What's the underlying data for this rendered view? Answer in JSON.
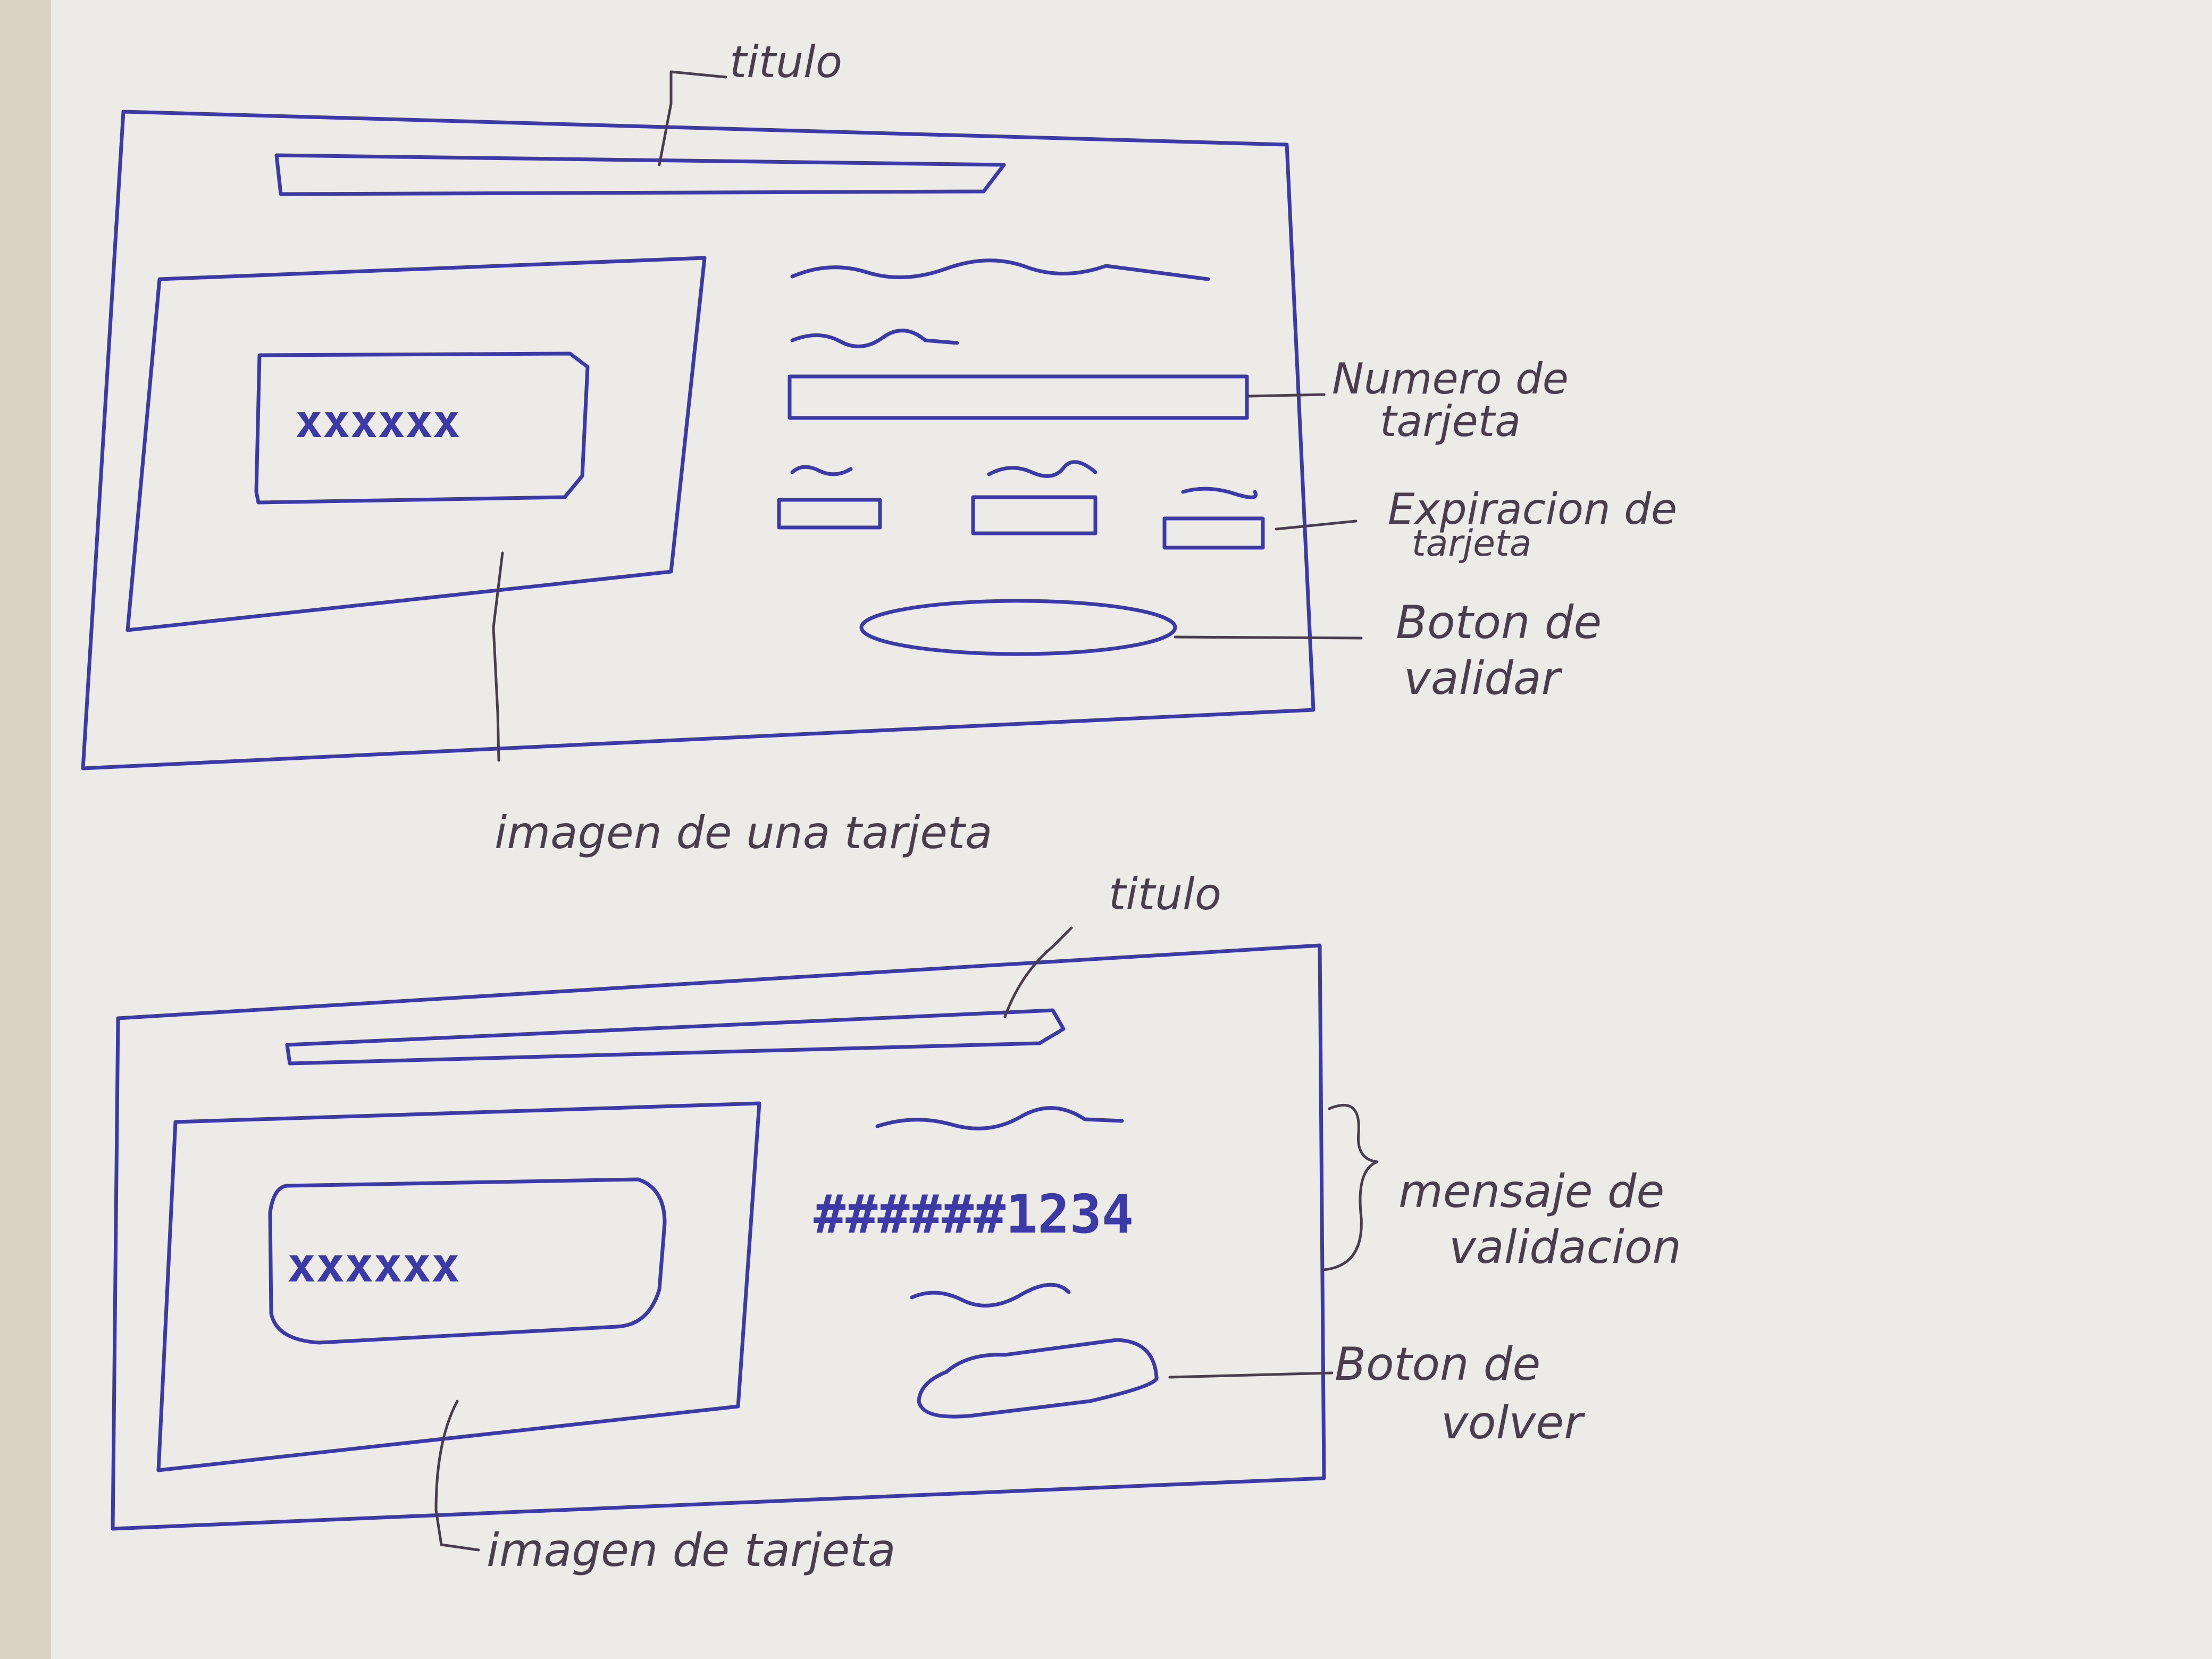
{
  "colors": {
    "paper": "#ecebe8",
    "ink_blue": "#3b3aa6",
    "ink_dark": "#4a3d4e",
    "background": "#d9d3c3"
  },
  "screen1": {
    "title_label": "titulo",
    "card_mask": "xxxxxx",
    "card_number_label": [
      "Numero de",
      "tarjeta"
    ],
    "expiration_label": [
      "Expiracion de",
      "tarjeta"
    ],
    "validate_button_label": [
      "Boton de",
      "validar"
    ],
    "card_image_label": "imagen de una tarjeta"
  },
  "screen2": {
    "title_label": "titulo",
    "card_mask": "xxxxxx",
    "masked_number": "######1234",
    "validation_message_label": [
      "mensaje de",
      "validacion"
    ],
    "back_button_label": [
      "Boton de",
      "volver"
    ],
    "card_image_label": "imagen de tarjeta"
  }
}
